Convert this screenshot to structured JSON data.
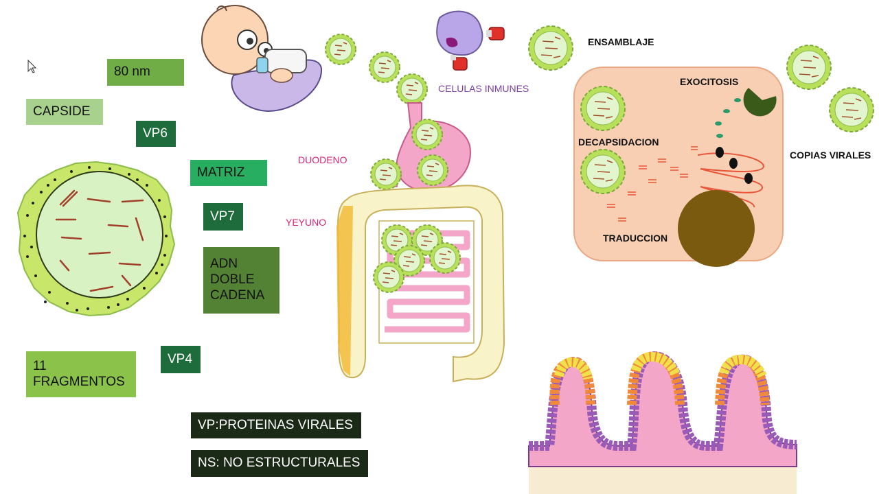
{
  "labels": {
    "size": "80 nm",
    "capside": "CAPSIDE",
    "vp6": "VP6",
    "matriz": "MATRIZ",
    "vp7": "VP7",
    "adn_line1": "ADN",
    "adn_line2": "DOBLE",
    "adn_line3": "CADENA",
    "fragmentos_line1": "11",
    "fragmentos_line2": "FRAGMENTOS",
    "vp4": "VP4",
    "vp_legend": "VP:PROTEINAS VIRALES",
    "ns_legend": "NS: NO ESTRUCTURALES",
    "duodeno": "DUODENO",
    "yeyuno": "YEYUNO",
    "celulas_inmunes": "CELULAS INMUNES",
    "ensamblaje": "ENSAMBLAJE",
    "exocitosis": "EXOCITOSIS",
    "decapsidacion": "DECAPSIDACION",
    "traduccion": "TRADUCCION",
    "copias_virales": "COPIAS VIRALES"
  },
  "colors": {
    "light_green": "#a9d18e",
    "medium_green": "#70ad47",
    "dark_green": "#385723",
    "forest_green": "#1e6b3b",
    "bright_green": "#27ae60",
    "olive_green": "#548235",
    "lime_green": "#8bc34a",
    "legend_dark": "#1b2a16",
    "virus_coat": "#c8e66a",
    "virus_core": "#d9f2c4",
    "intestine_pink": "#f4a6c8",
    "cell_peach": "#f8cfb3",
    "nucleus": "#7a5a0f"
  }
}
